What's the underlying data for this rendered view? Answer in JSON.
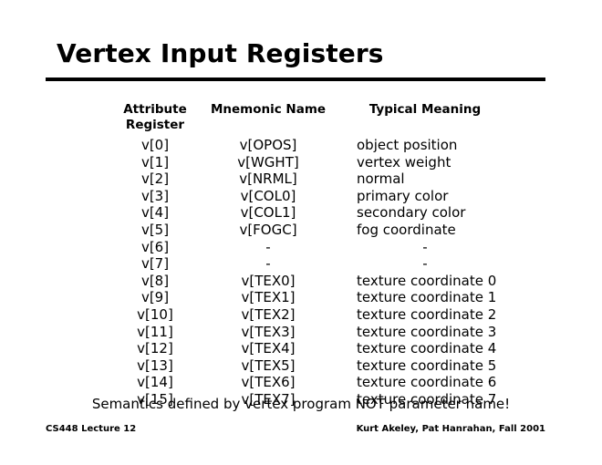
{
  "slide": {
    "title": "Vertex Input Registers",
    "background_color": "#ffffff",
    "text_color": "#000000",
    "rule_color": "#000000"
  },
  "table": {
    "headers": {
      "register": "Attribute\nRegister",
      "register_line1": "Attribute",
      "register_line2": "Register",
      "mnemonic": "Mnemonic Name",
      "meaning": "Typical Meaning"
    },
    "rows": [
      {
        "register": "v[0]",
        "mnemonic": "v[OPOS]",
        "meaning": "object position",
        "empty": false
      },
      {
        "register": "v[1]",
        "mnemonic": "v[WGHT]",
        "meaning": "vertex weight",
        "empty": false
      },
      {
        "register": "v[2]",
        "mnemonic": "v[NRML]",
        "meaning": "normal",
        "empty": false
      },
      {
        "register": "v[3]",
        "mnemonic": "v[COL0]",
        "meaning": "primary color",
        "empty": false
      },
      {
        "register": "v[4]",
        "mnemonic": "v[COL1]",
        "meaning": "secondary color",
        "empty": false
      },
      {
        "register": "v[5]",
        "mnemonic": "v[FOGC]",
        "meaning": "fog coordinate",
        "empty": false
      },
      {
        "register": "v[6]",
        "mnemonic": "-",
        "meaning": "-",
        "empty": true
      },
      {
        "register": "v[7]",
        "mnemonic": "-",
        "meaning": "-",
        "empty": true
      },
      {
        "register": "v[8]",
        "mnemonic": "v[TEX0]",
        "meaning": "texture coordinate 0",
        "empty": false
      },
      {
        "register": "v[9]",
        "mnemonic": "v[TEX1]",
        "meaning": "texture coordinate 1",
        "empty": false
      },
      {
        "register": "v[10]",
        "mnemonic": "v[TEX2]",
        "meaning": "texture coordinate 2",
        "empty": false
      },
      {
        "register": "v[11]",
        "mnemonic": "v[TEX3]",
        "meaning": "texture coordinate 3",
        "empty": false
      },
      {
        "register": "v[12]",
        "mnemonic": "v[TEX4]",
        "meaning": "texture coordinate 4",
        "empty": false
      },
      {
        "register": "v[13]",
        "mnemonic": "v[TEX5]",
        "meaning": "texture coordinate 5",
        "empty": false
      },
      {
        "register": "v[14]",
        "mnemonic": "v[TEX6]",
        "meaning": "texture coordinate 6",
        "empty": false
      },
      {
        "register": "v[15]",
        "mnemonic": "v[TEX7]",
        "meaning": "texture coordinate 7",
        "empty": false
      }
    ]
  },
  "note": "Semantics defined by vertex program NOT parameter name!",
  "footer": {
    "left": "CS448 Lecture 12",
    "right": "Kurt Akeley, Pat Hanrahan, Fall 2001"
  }
}
